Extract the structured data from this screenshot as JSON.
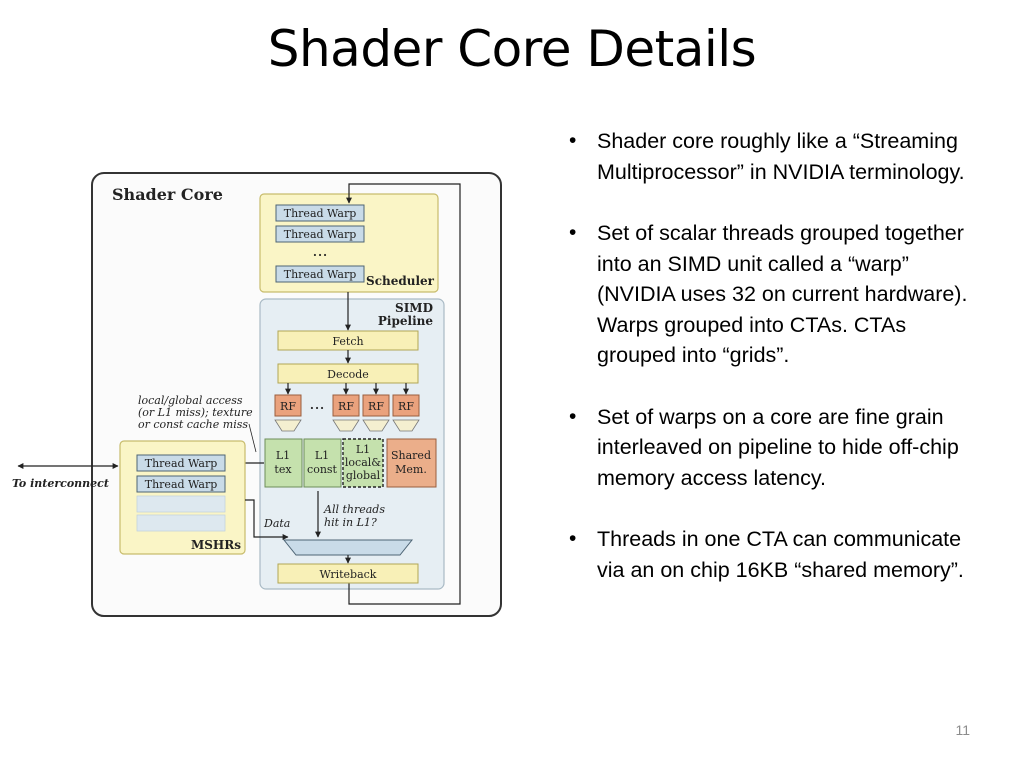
{
  "title": "Shader Core Details",
  "diagram": {
    "heading": "Shader Core",
    "scheduler": {
      "label": "Scheduler",
      "warps": [
        "Thread Warp",
        "Thread Warp",
        "Thread Warp"
      ],
      "ellipsis": "..."
    },
    "simd": {
      "line1": "SIMD",
      "line2": "Pipeline"
    },
    "fetch": "Fetch",
    "decode": "Decode",
    "rf_label": "RF",
    "rf_ellipsis": "...",
    "l1_tex": [
      "L1",
      "tex"
    ],
    "l1_const": [
      "L1",
      "const"
    ],
    "l1_local_global": [
      "L1",
      "local&",
      "global"
    ],
    "shared_mem": [
      "Shared",
      "Mem."
    ],
    "miss_note": [
      "local/global access",
      "(or L1 miss); texture",
      "or const cache miss"
    ],
    "to_interconnect": "To interconnect",
    "mshr": {
      "label": "MSHRs",
      "warps": [
        "Thread Warp",
        "Thread Warp"
      ]
    },
    "data_label": "Data",
    "all_threads_note": [
      "All threads",
      "hit in L1?"
    ],
    "writeback": "Writeback",
    "colors": {
      "yellow_fill": "#faf5c6",
      "yellow_stroke": "#c8bc6c",
      "blue_fill": "#e6eef3",
      "blue_stroke": "#a9bac5",
      "warp_fill": "#c9dbe8",
      "rf_fill": "#eaa27d",
      "l1_fill": "#c5e1ad",
      "shared_fill": "#ebae8a"
    }
  },
  "bullets": [
    "Shader core roughly like a “Streaming Multiprocessor” in NVIDIA terminology.",
    "Set of scalar threads grouped together into an SIMD unit called a “warp” (NVIDIA uses 32 on current hardware). Warps grouped into CTAs. CTAs grouped into “grids”.",
    "Set of warps on a core are fine grain interleaved on pipeline to hide off-chip memory access latency.",
    "Threads in one CTA can communicate via an on chip 16KB “shared memory”."
  ],
  "bullet_symbol": "•",
  "page_number": "11"
}
